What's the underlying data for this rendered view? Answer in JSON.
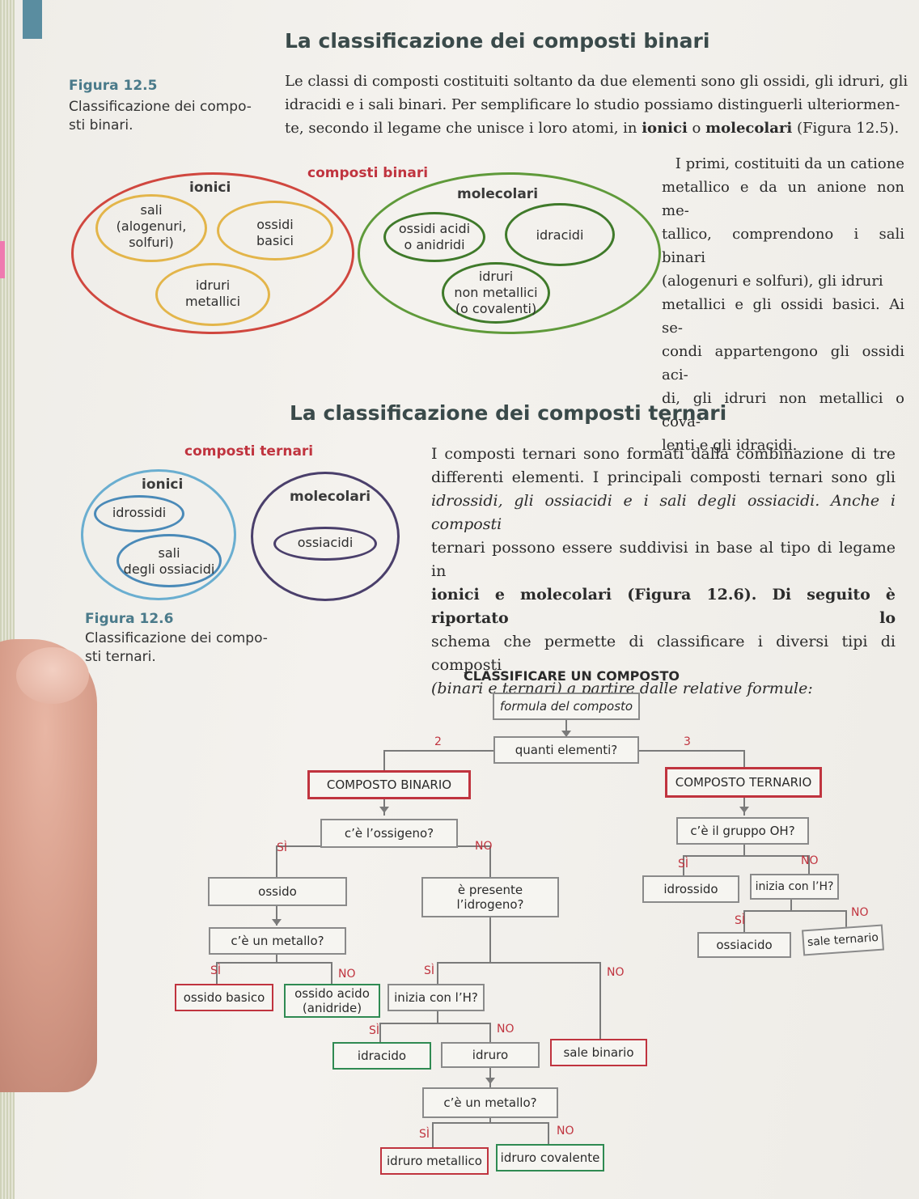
{
  "binari": {
    "title": "La classificazione dei composti binari",
    "fig_num": "Figura 12.5",
    "fig_caption_1": "Classificazione dei compo-",
    "fig_caption_2": "sti binari.",
    "intro_1": "Le classi di composti costituiti soltanto da due elementi sono gli ossidi, gli idruri, gli",
    "intro_2": "idracidi e i sali binari. Per semplificare lo studio possiamo distinguerli ulteriormen-",
    "intro_3a": "te, secondo il legame che unisce i loro atomi, in ",
    "intro_3b": "ionici",
    "intro_3c": " o ",
    "intro_3d": "molecolari",
    "intro_3e": " (Figura 12.5).",
    "side_lines": [
      "I primi, costituiti da un catione",
      "metallico e da un anione non me-",
      "tallico, comprendono i sali binari",
      "(alogenuri e solfuri), gli idruri",
      "metallici e gli ossidi basici. Ai se-",
      "condi appartengono gli ossidi aci-",
      "di, gli idruri non metallici o cova-",
      "lenti e gli idracidi."
    ],
    "diagram": {
      "title": "composti binari",
      "ionici": "ionici",
      "molecolari": "molecolari",
      "sali_1": "sali",
      "sali_2": "(alogenuri,",
      "sali_3": "solfuri)",
      "ossidi_basici_1": "ossidi",
      "ossidi_basici_2": "basici",
      "idruri_met_1": "idruri",
      "idruri_met_2": "metallici",
      "ossidi_acidi_1": "ossidi acidi",
      "ossidi_acidi_2": "o anidridi",
      "idracidi": "idracidi",
      "idruri_nm_1": "idruri",
      "idruri_nm_2": "non metallici",
      "idruri_nm_3": "(o covalenti)"
    }
  },
  "ternari": {
    "title": "La classificazione dei composti ternari",
    "fig_num": "Figura 12.6",
    "fig_caption_1": "Classificazione dei compo-",
    "fig_caption_2": "sti ternari.",
    "lines": [
      "I composti ternari sono formati dalla combinazione di tre",
      "differenti elementi. I principali composti ternari sono gli",
      "idrossidi, gli ossiacidi e i sali degli ossiacidi. Anche i composti",
      "ternari possono essere suddivisi in base al tipo di legame in",
      "ionici e molecolari (Figura 12.6). Di seguito è riportato lo",
      "schema che permette di classificare i diversi tipi di composti",
      "(binari e ternari) a partire dalle relative formule:"
    ],
    "diagram": {
      "title": "composti ternari",
      "ionici": "ionici",
      "molecolari": "molecolari",
      "idrossidi": "idrossidi",
      "sali_1": "sali",
      "sali_2": "degli ossiacidi",
      "ossiacidi": "ossiacidi"
    }
  },
  "flow": {
    "title": "CLASSIFICARE UN COMPOSTO",
    "formula": "formula del composto",
    "quanti": "quanti elementi?",
    "n2": "2",
    "n3": "3",
    "binario": "COMPOSTO BINARIO",
    "ternario": "COMPOSTO TERNARIO",
    "ossigeno": "c’è l’ossigeno?",
    "gruppo_oh": "c’è il gruppo OH?",
    "si": "SÌ",
    "no": "NO",
    "ossido": "ossido",
    "presente_1": "è presente",
    "presente_2": "l’idrogeno?",
    "idrossido": "idrossido",
    "inizia_h_t": "inizia con l’H?",
    "ossiacido": "ossiacido",
    "sale_ternario": "sale ternario",
    "metallo": "c’è un metallo?",
    "ossido_basico": "ossido basico",
    "ossido_acido_1": "ossido acido",
    "ossido_acido_2": "(anidride)",
    "inizia_h_b": "inizia con l’H?",
    "idracido": "idracido",
    "idruro": "idruro",
    "sale_binario": "sale binario",
    "metallo2": "c’è un metallo?",
    "idruro_metallico": "idruro metallico",
    "idruro_covalente": "idruro covalente"
  },
  "colors": {
    "red": "#c0343f",
    "yellow": "#e3b54a",
    "green": "#5f9a3a",
    "darkgreen": "#2f8a52",
    "blue": "#6aaed0",
    "purple": "#4a3f6b"
  }
}
